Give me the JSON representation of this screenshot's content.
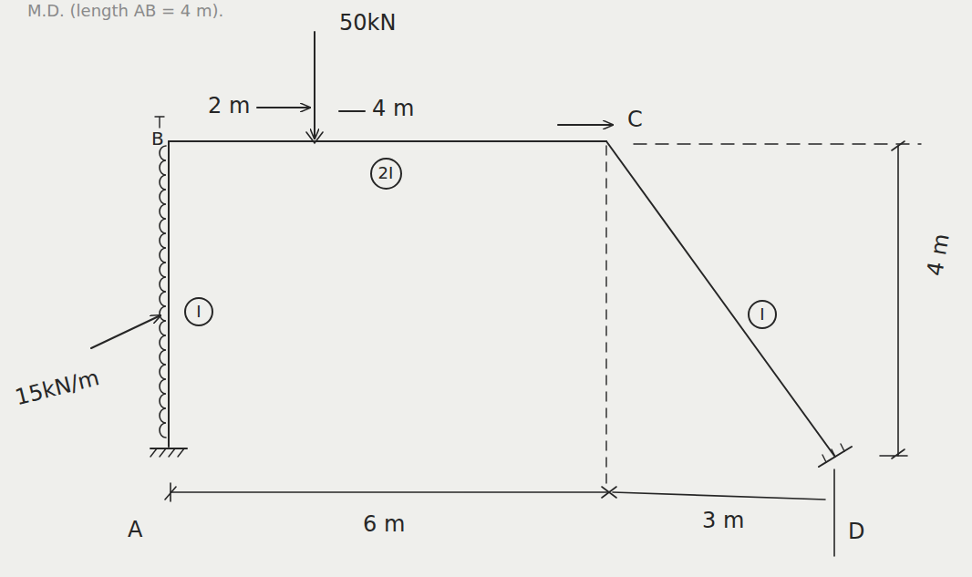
{
  "diagram": {
    "nodes": [
      {
        "text": [
          "2I"
        ]
      },
      {
        "text": [
          "I"
        ]
      },
      {
        "text": [
          "I"
        ]
      }
    ],
    "labels": [
      "M.D. (length AB = 4 m).",
      "50kN",
      "2 m",
      "4 m",
      "B",
      "C",
      "15kN/m",
      "A",
      "6 m",
      "3 m",
      "D",
      "4 m"
    ]
  }
}
